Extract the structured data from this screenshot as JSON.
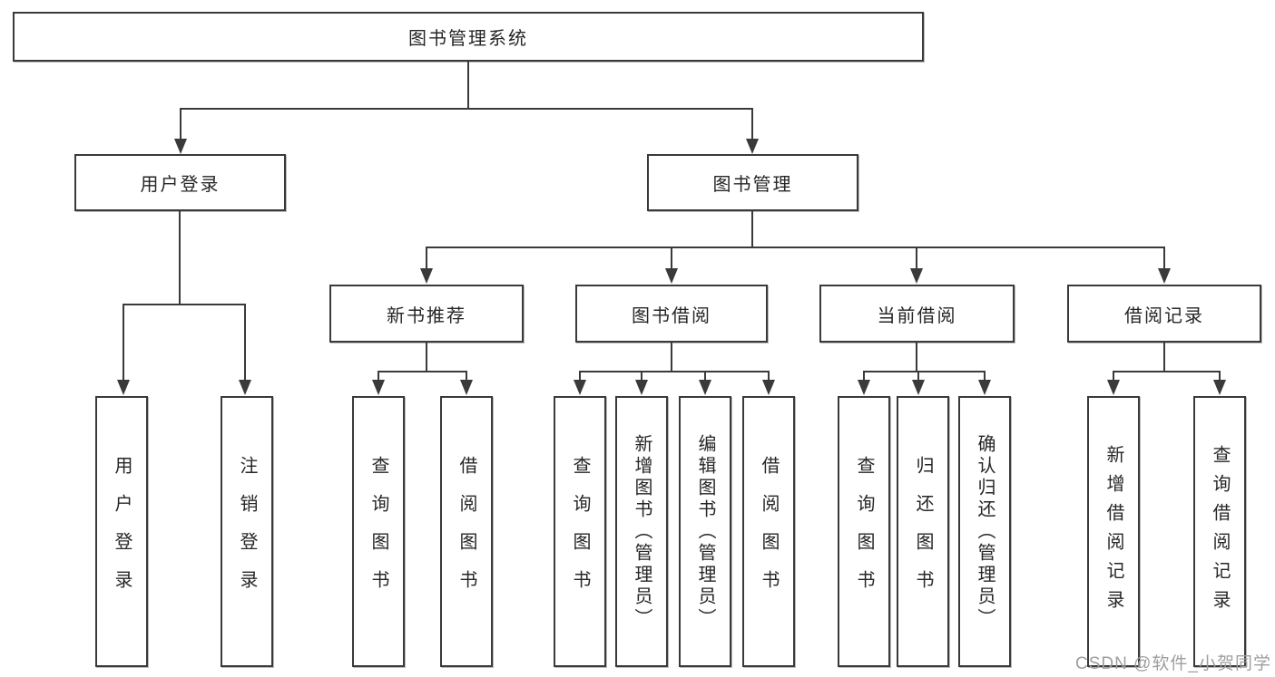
{
  "diagram_title": "图书管理系统",
  "nodes": {
    "root": "图书管理系统",
    "user_login": "用户登录",
    "book_mgmt": "图书管理",
    "new_book_rec": "新书推荐",
    "book_borrow": "图书借阅",
    "current_borrow": "当前借阅",
    "borrow_records": "借阅记录",
    "ul_login": "用户登录",
    "ul_logout": "注销登录",
    "nbr_query": "查询图书",
    "nbr_borrow": "借阅图书",
    "bb_query": "查询图书",
    "bb_add": "新增图书（管理员）",
    "bb_edit": "编辑图书（管理员）",
    "bb_borrow": "借阅图书",
    "cb_query": "查询图书",
    "cb_return": "归还图书",
    "cb_confirm": "确认归还（管理员）",
    "br_add": "新增借阅记录",
    "br_query": "查询借阅记录"
  },
  "colors": {
    "line": "#3a3a3a",
    "text": "#262626",
    "background": "#ffffff",
    "watermark": "#9e9e9e"
  },
  "watermark": {
    "text": "CSDN @软件_小贺同学"
  }
}
